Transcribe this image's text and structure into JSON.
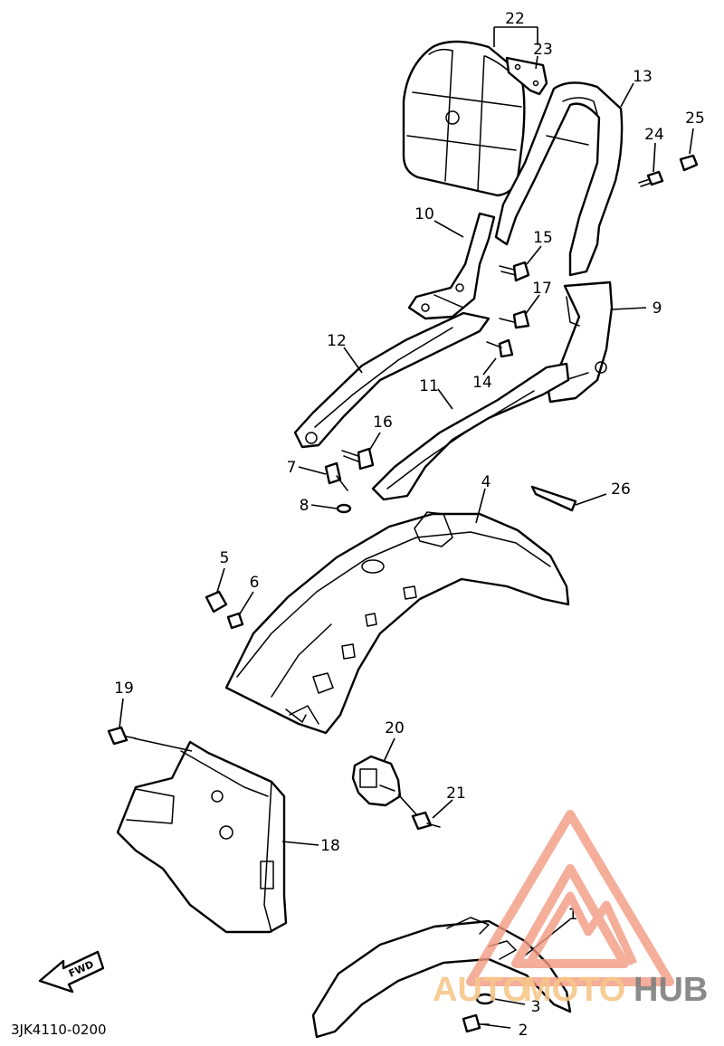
{
  "callouts": [
    "1",
    "2",
    "3",
    "4",
    "5",
    "6",
    "7",
    "8",
    "9",
    "10",
    "11",
    "12",
    "13",
    "14",
    "15",
    "16",
    "17",
    "18",
    "19",
    "20",
    "21",
    "22",
    "23",
    "24",
    "25",
    "26"
  ],
  "fwd_label": "FWD",
  "diagram_code": "3JK4110-0200",
  "watermark": {
    "text_auto": "AUTO",
    "text_moto": "MOTO",
    "text_hub": "HUB",
    "color_accent": "#f29a82",
    "color_orange": "#f7c78a",
    "color_gray": "#7f7f7f"
  }
}
